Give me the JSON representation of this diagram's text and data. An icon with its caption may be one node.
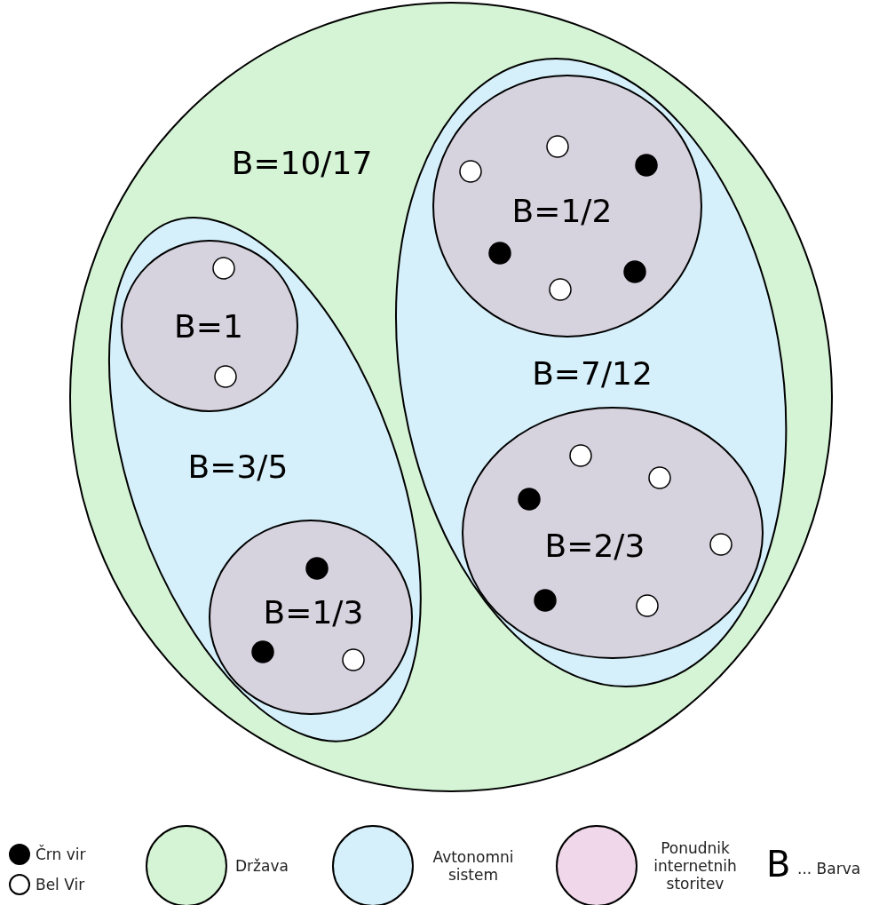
{
  "diagram": {
    "nodes": [
      {
        "text": [
          "B=10/17"
        ]
      },
      {
        "text": [
          "B=3/5"
        ],
        "in": 0
      },
      {
        "text": [
          "B=1"
        ],
        "in": 1
      },
      {
        "text": [
          "B=1/3"
        ],
        "in": 1
      },
      {
        "text": [
          "B=7/12"
        ],
        "in": 0
      },
      {
        "text": [
          "B=1/2"
        ],
        "in": 4
      },
      {
        "text": [
          "B=2/3"
        ],
        "in": 4
      }
    ],
    "labels": [
      "B"
    ],
    "legend": [
      {
        "text": "Črn vir",
        "color": "#000000"
      },
      {
        "text": "Bel Vir",
        "color": "#ffffff"
      },
      {
        "text": "Država",
        "color": "#d5f4d5"
      },
      {
        "text": "Avtonomni sistem",
        "color": "#d5f0fb"
      },
      {
        "text": "Ponudnik internetnih storitev",
        "color": "#f0d8ea"
      },
      {
        "text": "... Barva"
      }
    ]
  }
}
